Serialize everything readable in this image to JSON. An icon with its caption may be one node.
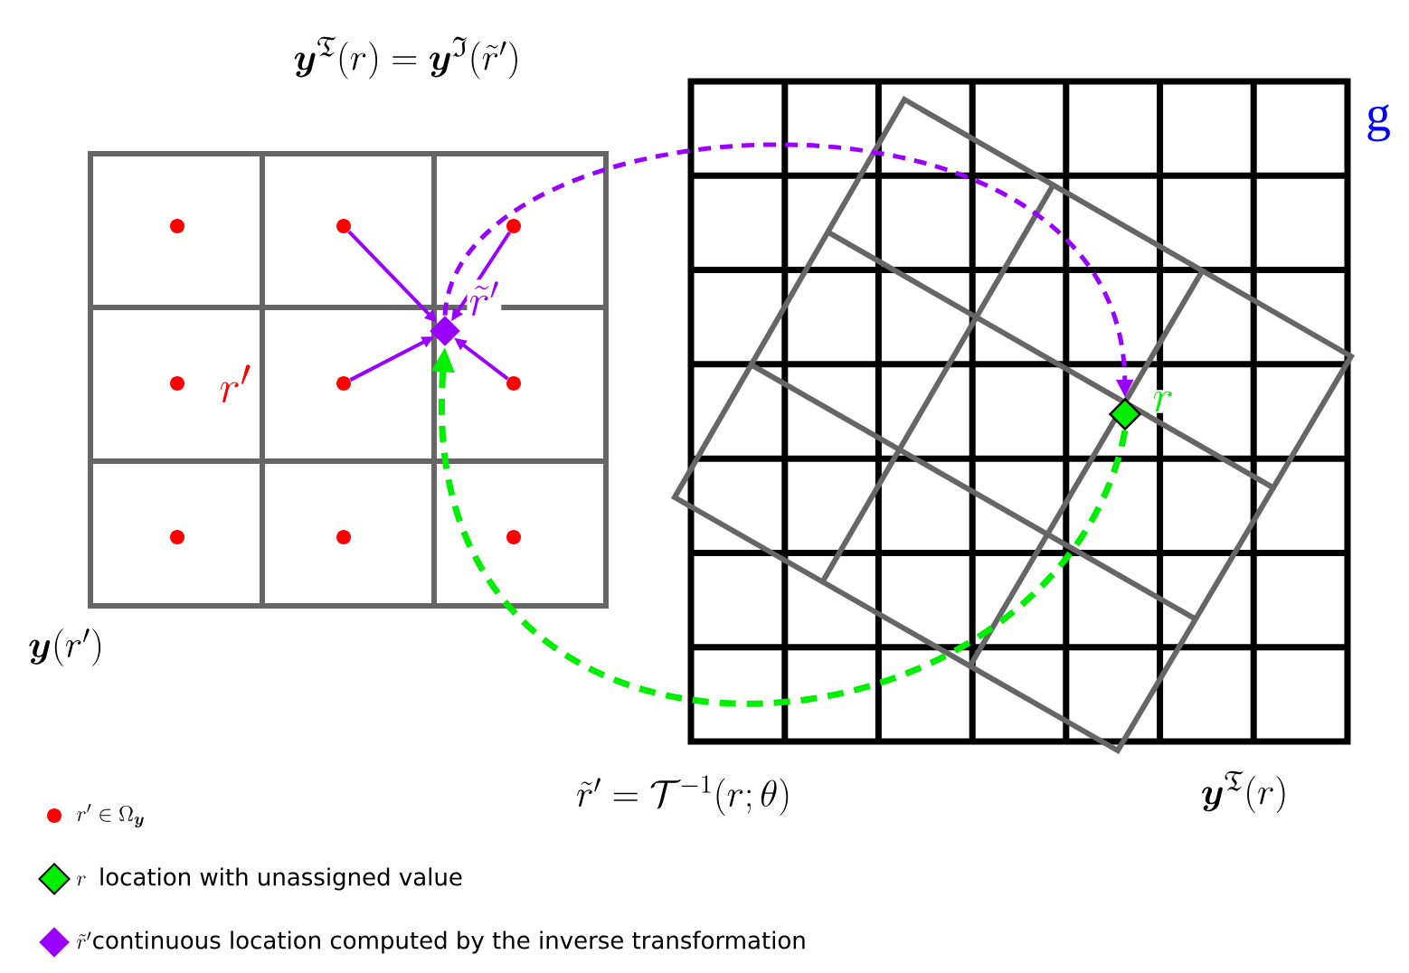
{
  "diagram": {
    "nodes": [
      {
        "text": [],
        "shape": "circle"
      },
      {
        "text": [],
        "shape": "circle"
      },
      {
        "text": [],
        "shape": "circle"
      },
      {
        "text": [],
        "shape": "circle"
      },
      {
        "text": [],
        "shape": "circle"
      },
      {
        "text": [],
        "shape": "circle"
      },
      {
        "text": [],
        "shape": "circle"
      },
      {
        "text": [],
        "shape": "circle"
      },
      {
        "text": [],
        "shape": "circle"
      },
      {
        "text": [],
        "shape": "diamond",
        "beside": [
          "\\tilde{r}'"
        ]
      },
      {
        "text": [],
        "shape": "diamond",
        "beside": [
          "r"
        ]
      }
    ],
    "edges": [
      {
        "from": 1,
        "to": 9,
        "arrow": "to"
      },
      {
        "from": 2,
        "to": 9,
        "arrow": "to"
      },
      {
        "from": 4,
        "to": 9,
        "arrow": "to"
      },
      {
        "from": 5,
        "to": 9,
        "arrow": "to"
      },
      {
        "from": 9,
        "to": 10,
        "arrow": "to",
        "style": "dashed"
      },
      {
        "from": 10,
        "to": 9,
        "arrow": "to",
        "style": "dashed",
        "color": "#00ee00"
      }
    ],
    "labels": [
      "\\boldsymbol{y}^{\\mathfrak{T}}(r)=\\boldsymbol{y}^{\\mathfrak{I}}(\\tilde{r}')",
      "r'",
      "\\boldsymbol{y}(r')",
      "\\tilde{r}'=\\mathcal{T}^{-1}(r;\\theta)",
      "\\boldsymbol{y}^{\\mathfrak{T}}(r)",
      "g"
    ],
    "legend": [
      {
        "text": "r'\\in\\Omega_{\\boldsymbol{y}}",
        "color": "#ff0000"
      },
      {
        "text": "r\\;\\;\\text{location with unassigned value}",
        "color": "#00ee00"
      },
      {
        "text": "\\tilde{r}'\\text{continuous location computed by the inverse transformation}",
        "color": "#9900ff"
      }
    ]
  }
}
